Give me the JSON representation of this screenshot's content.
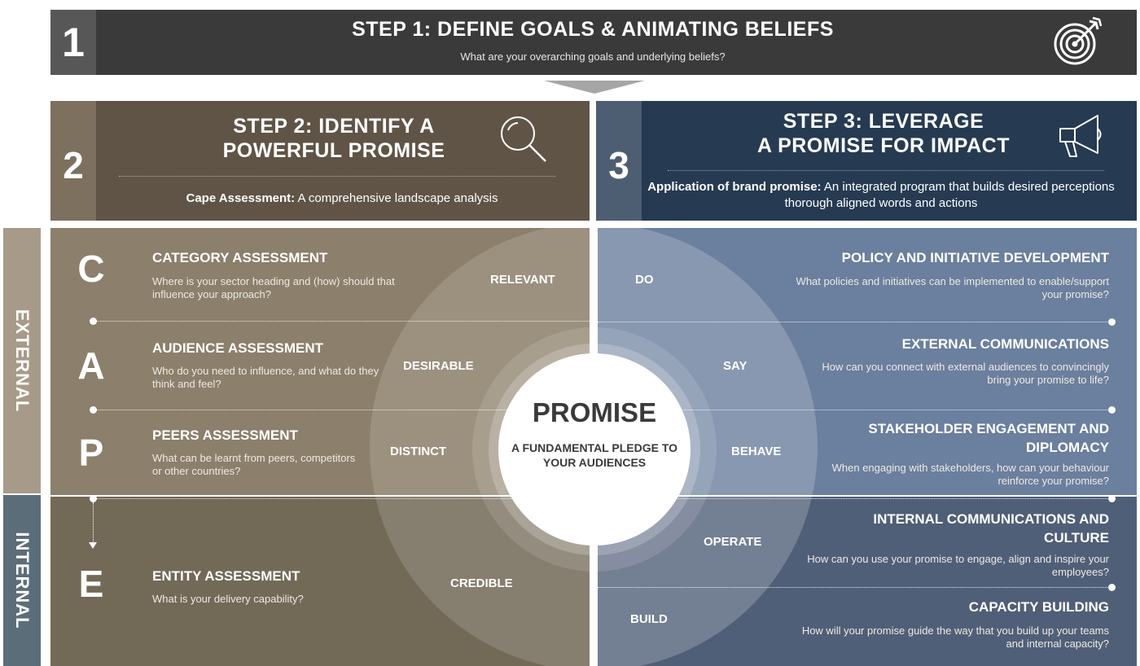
{
  "step1": {
    "number": "1",
    "title": "STEP 1: DEFINE GOALS & ANIMATING BELIEFS",
    "subtitle": "What are your overarching goals and underlying beliefs?",
    "icon": "target-icon"
  },
  "step2": {
    "number": "2",
    "title_line1": "STEP 2: IDENTIFY A",
    "title_line2": "POWERFUL PROMISE",
    "sub_bold": "Cape Assessment:",
    "sub_text": " A comprehensive landscape analysis",
    "icon": "magnifier-icon"
  },
  "step3": {
    "number": "3",
    "title_line1": "STEP 3: LEVERAGE",
    "title_line2": "A PROMISE FOR IMPACT",
    "sub_bold": "Application of brand promise:",
    "sub_text": " An integrated program that builds desired perceptions thorough aligned words and actions",
    "icon": "megaphone-icon"
  },
  "side": {
    "external": "EXTERNAL",
    "internal": "INTERNAL"
  },
  "cape": [
    {
      "letter": "C",
      "title": "CATEGORY ASSESSMENT",
      "desc": "Where is your sector heading and (how) should that influence your approach?"
    },
    {
      "letter": "A",
      "title": "AUDIENCE ASSESSMENT",
      "desc": "Who do you need to influence, and what do they think and feel?"
    },
    {
      "letter": "P",
      "title": "PEERS ASSESSMENT",
      "desc": "What can be learnt from peers, competitors or other countries?"
    },
    {
      "letter": "E",
      "title": "ENTITY ASSESSMENT",
      "desc": "What is your delivery capability?"
    }
  ],
  "left_ring": [
    "RELEVANT",
    "DESIRABLE",
    "DISTINCT",
    "CREDIBLE"
  ],
  "right_ring": [
    "DO",
    "SAY",
    "BEHAVE",
    "OPERATE",
    "BUILD"
  ],
  "actions": [
    {
      "title": "POLICY AND INITIATIVE DEVELOPMENT",
      "desc": "What policies and initiatives can be implemented to enable/support your promise?"
    },
    {
      "title": "EXTERNAL COMMUNICATIONS",
      "desc": "How can you connect with external audiences to convincingly bring your promise to life?"
    },
    {
      "title": "STAKEHOLDER ENGAGEMENT AND DIPLOMACY",
      "desc": "When engaging with stakeholders, how can your behaviour reinforce your promise?"
    },
    {
      "title": "INTERNAL COMMUNICATIONS AND CULTURE",
      "desc": "How can you use your promise to engage, align and inspire your employees?"
    },
    {
      "title": "CAPACITY BUILDING",
      "desc": "How will your promise guide the way that you build up your teams and internal capacity?"
    }
  ],
  "promise": {
    "title": "PROMISE",
    "subtitle": "A FUNDAMENTAL PLEDGE TO YOUR AUDIENCES"
  }
}
